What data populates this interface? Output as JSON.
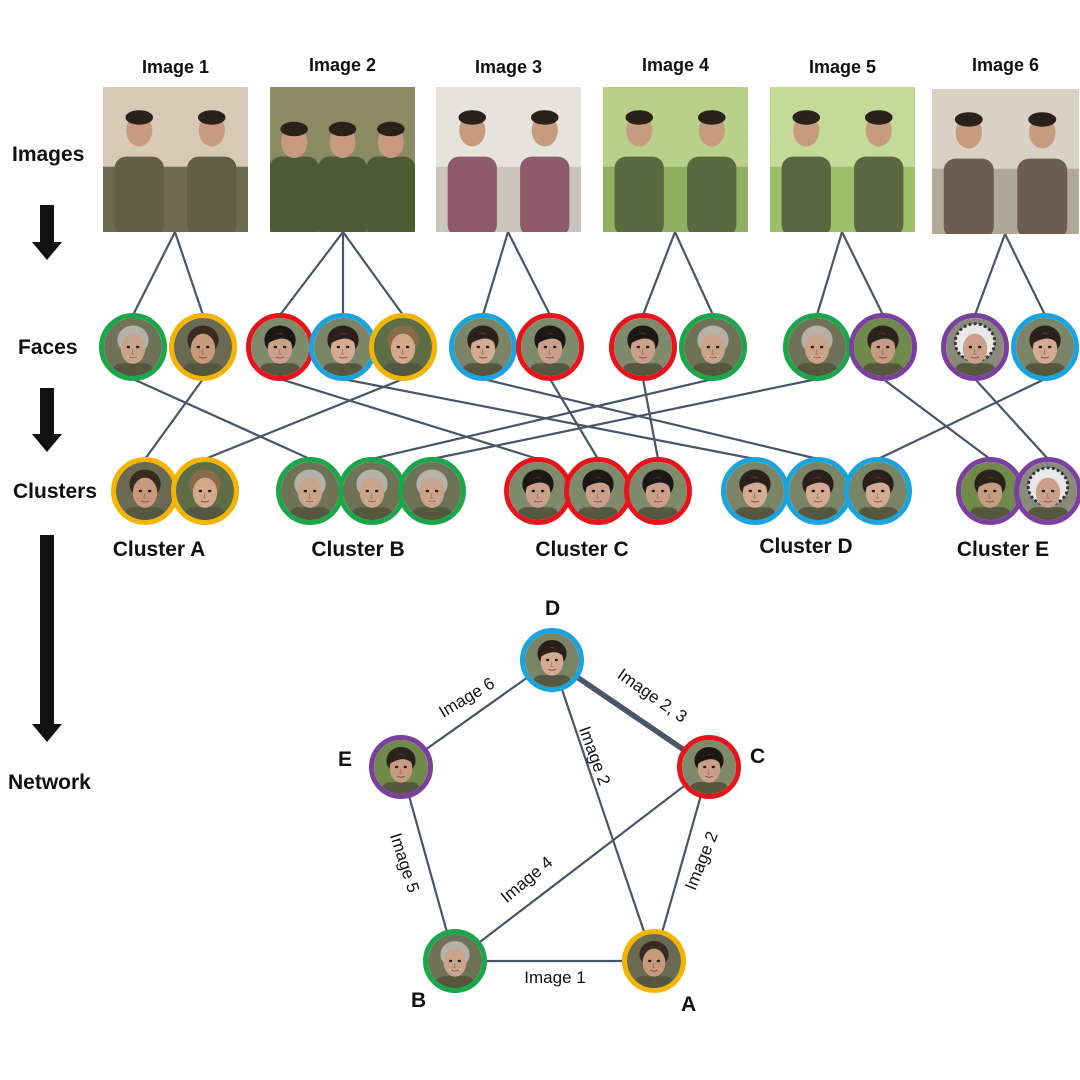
{
  "row_labels": {
    "images": "Images",
    "faces": "Faces",
    "clusters": "Clusters",
    "network": "Network"
  },
  "images": [
    {
      "title": "Image 1"
    },
    {
      "title": "Image 2"
    },
    {
      "title": "Image 3"
    },
    {
      "title": "Image 4"
    },
    {
      "title": "Image 5"
    },
    {
      "title": "Image 6"
    }
  ],
  "colors": {
    "A": "#f5b400",
    "B": "#1aa64a",
    "C": "#e8141b",
    "D": "#19a4e0",
    "E": "#7b3fa0",
    "line": "#4a5568",
    "arrow": "#111111"
  },
  "faces": [
    {
      "image": "Image 1",
      "cluster": "B",
      "face": "older-man"
    },
    {
      "image": "Image 1",
      "cluster": "A",
      "face": "young-man"
    },
    {
      "image": "Image 2",
      "cluster": "C",
      "face": "woman-short-hair"
    },
    {
      "image": "Image 2",
      "cluster": "D",
      "face": "woman-long-hair"
    },
    {
      "image": "Image 2",
      "cluster": "A",
      "face": "man-smiling"
    },
    {
      "image": "Image 3",
      "cluster": "D",
      "face": "woman-long-hair"
    },
    {
      "image": "Image 3",
      "cluster": "C",
      "face": "woman-short-hair"
    },
    {
      "image": "Image 4",
      "cluster": "C",
      "face": "woman-short-hair"
    },
    {
      "image": "Image 4",
      "cluster": "B",
      "face": "older-man"
    },
    {
      "image": "Image 5",
      "cluster": "B",
      "face": "older-man"
    },
    {
      "image": "Image 5",
      "cluster": "E",
      "face": "woman-pulled-hair"
    },
    {
      "image": "Image 6",
      "cluster": "E",
      "face": "woman-headscarf"
    },
    {
      "image": "Image 6",
      "cluster": "D",
      "face": "woman-long-hair"
    }
  ],
  "clusters": [
    {
      "id": "A",
      "label": "Cluster A",
      "members": 2
    },
    {
      "id": "B",
      "label": "Cluster B",
      "members": 3
    },
    {
      "id": "C",
      "label": "Cluster C",
      "members": 3
    },
    {
      "id": "D",
      "label": "Cluster D",
      "members": 3
    },
    {
      "id": "E",
      "label": "Cluster E",
      "members": 2
    }
  ],
  "network": {
    "nodes": [
      {
        "id": "D",
        "label": "D"
      },
      {
        "id": "C",
        "label": "C"
      },
      {
        "id": "E",
        "label": "E"
      },
      {
        "id": "B",
        "label": "B"
      },
      {
        "id": "A",
        "label": "A"
      }
    ],
    "edges": [
      {
        "from": "D",
        "to": "E",
        "label": "Image 6",
        "weight": 1
      },
      {
        "from": "D",
        "to": "C",
        "label": "Image 2, 3",
        "weight": 2
      },
      {
        "from": "D",
        "to": "A",
        "label": "Image 2",
        "weight": 1
      },
      {
        "from": "C",
        "to": "A",
        "label": "Image 2",
        "weight": 1
      },
      {
        "from": "C",
        "to": "B",
        "label": "Image 4",
        "weight": 1
      },
      {
        "from": "E",
        "to": "B",
        "label": "Image 5",
        "weight": 1
      },
      {
        "from": "B",
        "to": "A",
        "label": "Image 1",
        "weight": 1
      }
    ]
  }
}
